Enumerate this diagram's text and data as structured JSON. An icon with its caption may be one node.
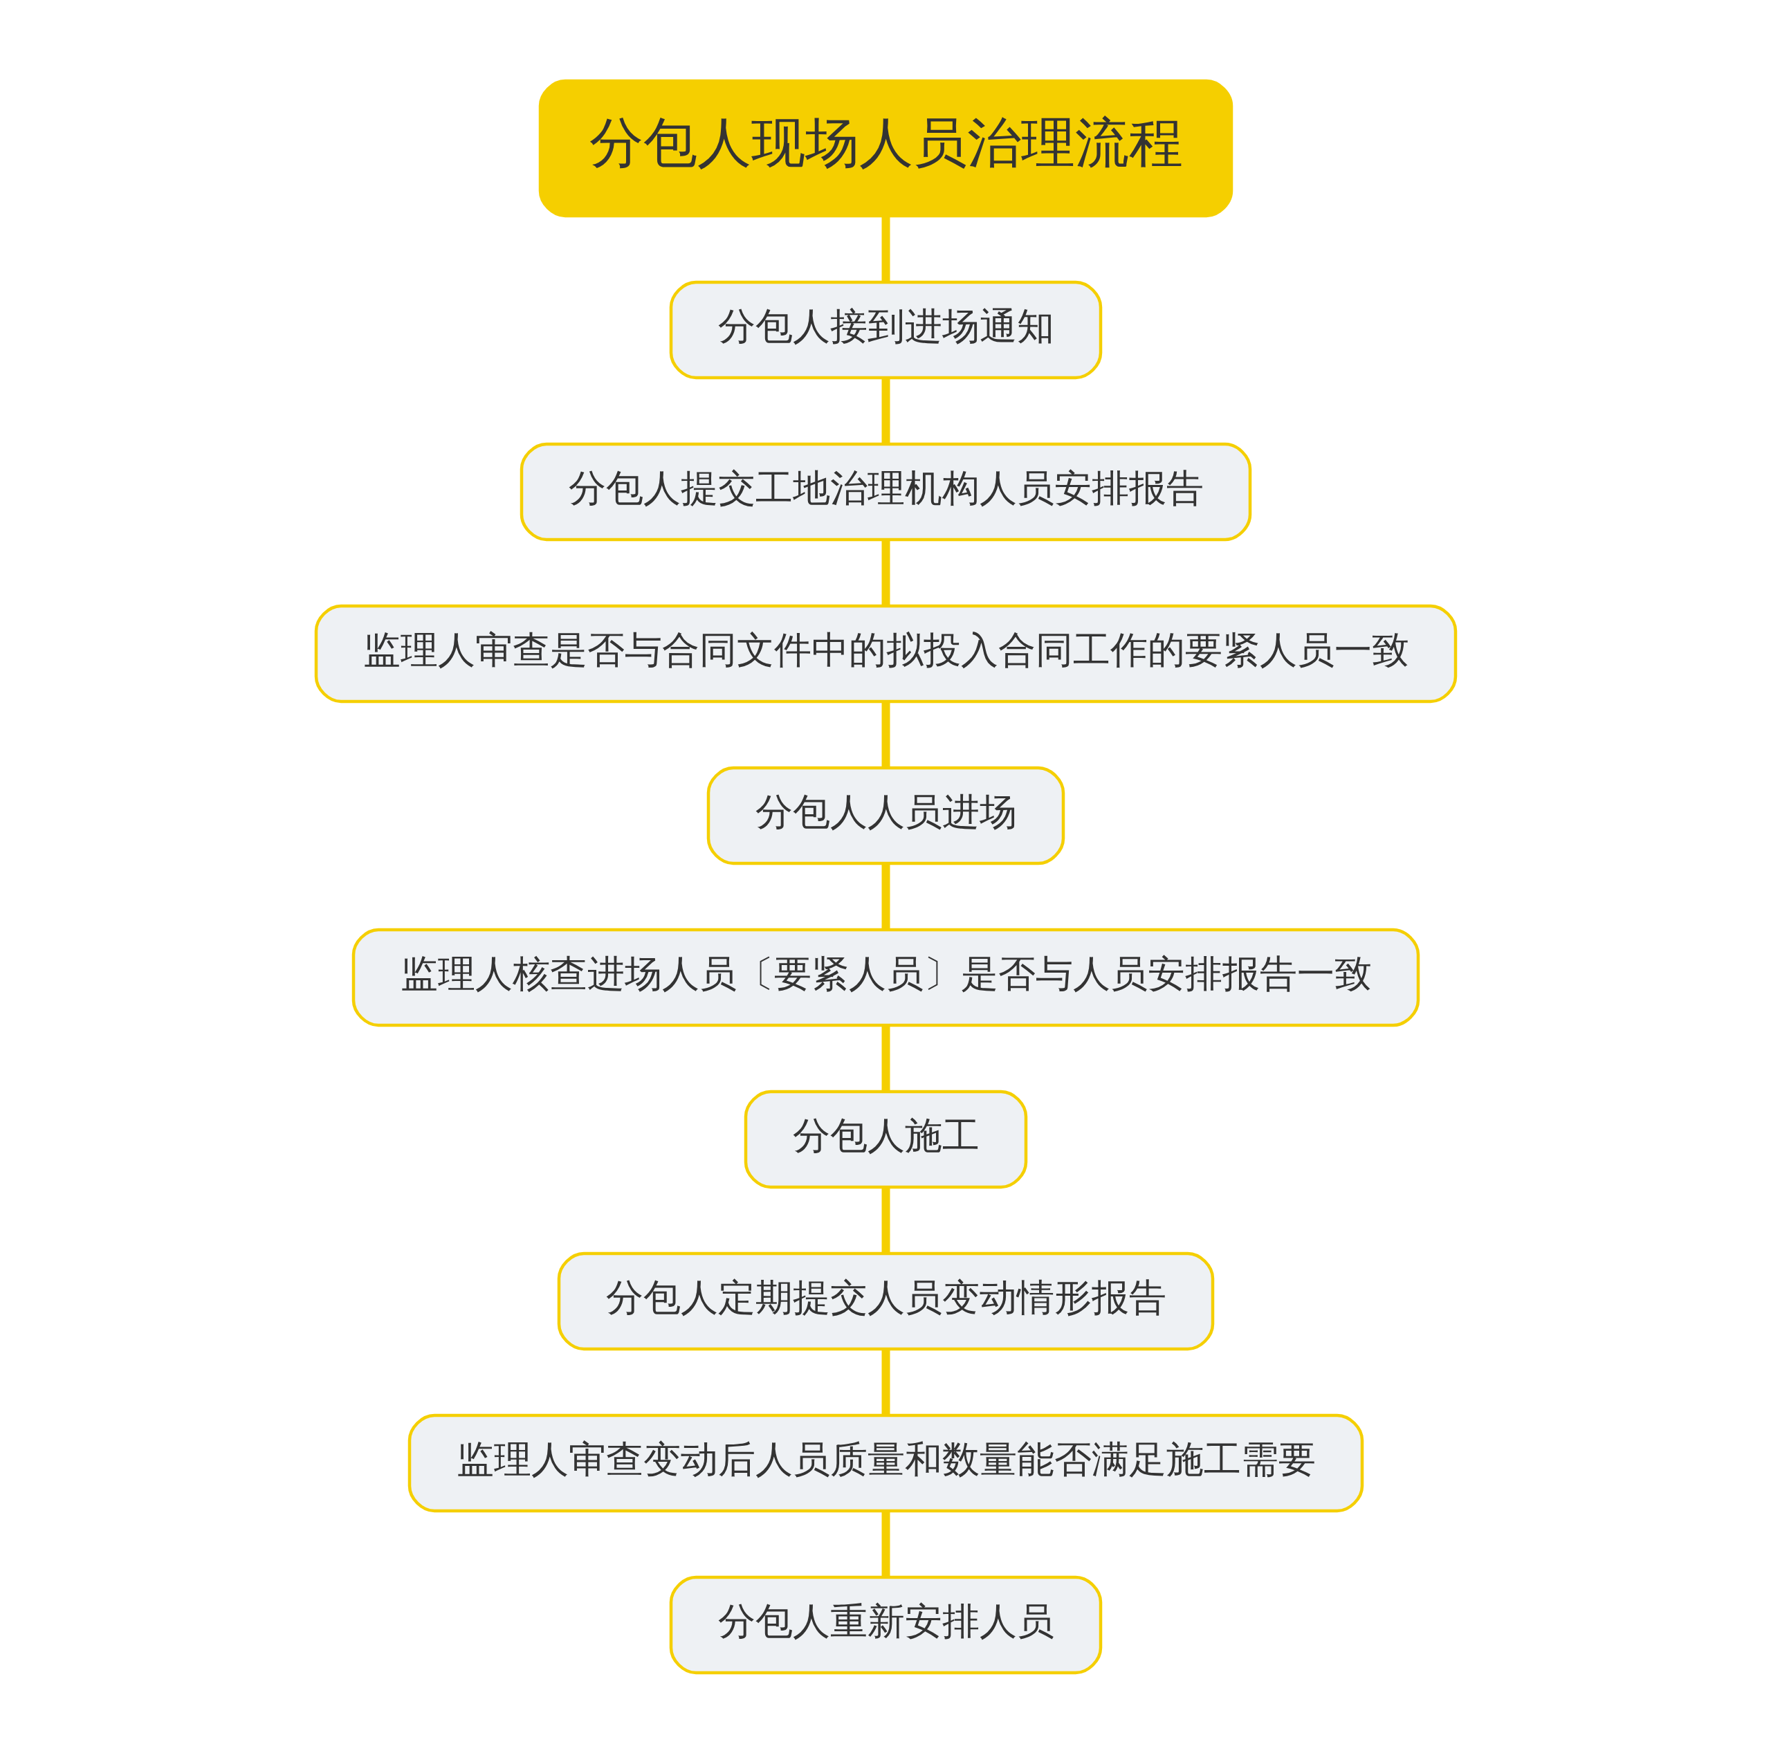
{
  "diagram": {
    "nodes": [
      {
        "text": [
          "分包人现场人员治理流程"
        ]
      },
      {
        "text": [
          "分包人接到进场通知"
        ]
      },
      {
        "text": [
          "分包人提交工地治理机构人员安排报告"
        ]
      },
      {
        "text": [
          "监理人审查是否与合同文件中的拟投入合同工作的要紧人员一致"
        ]
      },
      {
        "text": [
          "分包人人员进场"
        ]
      },
      {
        "text": [
          "监理人核查进场人员〔要紧人员〕是否与人员安排报告一致"
        ]
      },
      {
        "text": [
          "分包人施工"
        ]
      },
      {
        "text": [
          "分包人定期提交人员变动情形报告"
        ]
      },
      {
        "text": [
          "监理人审查变动后人员质量和数量能否满足施工需要"
        ]
      },
      {
        "text": [
          "分包人重新安排人员"
        ]
      }
    ],
    "edges": [
      {
        "from": 0,
        "to": 1,
        "arrow": "none"
      },
      {
        "from": 1,
        "to": 2,
        "arrow": "none"
      },
      {
        "from": 2,
        "to": 3,
        "arrow": "none"
      },
      {
        "from": 3,
        "to": 4,
        "arrow": "none"
      },
      {
        "from": 4,
        "to": 5,
        "arrow": "none"
      },
      {
        "from": 5,
        "to": 6,
        "arrow": "none"
      },
      {
        "from": 6,
        "to": 7,
        "arrow": "none"
      },
      {
        "from": 7,
        "to": 8,
        "arrow": "none"
      },
      {
        "from": 8,
        "to": 9,
        "arrow": "none"
      }
    ]
  }
}
